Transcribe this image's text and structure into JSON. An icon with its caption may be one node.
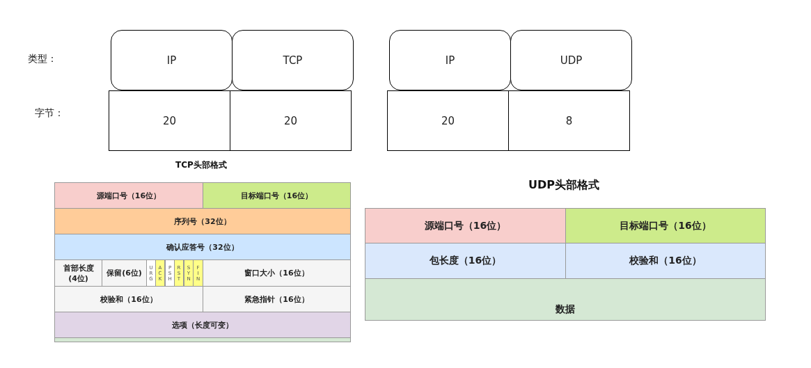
{
  "diagram": {
    "nodes": [
      {
        "text": [
          "IP"
        ]
      },
      {
        "text": [
          "TCP"
        ]
      },
      {
        "text": [
          "IP"
        ]
      },
      {
        "text": [
          "UDP"
        ]
      },
      {
        "text": [
          "20"
        ]
      },
      {
        "text": [
          "20"
        ]
      },
      {
        "text": [
          "20"
        ]
      },
      {
        "text": [
          "8"
        ]
      },
      {
        "text": [
          "源端口号（16位）"
        ]
      },
      {
        "text": [
          "目标端口号（16位）"
        ]
      },
      {
        "text": [
          "序列号（32位）"
        ]
      },
      {
        "text": [
          "确认应答号（32位）"
        ]
      },
      {
        "text": [
          "首部长度(4位)"
        ]
      },
      {
        "text": [
          "保留(6位)"
        ]
      },
      {
        "text": [
          "URG"
        ]
      },
      {
        "text": [
          "ACK"
        ]
      },
      {
        "text": [
          "PSH"
        ]
      },
      {
        "text": [
          "RST"
        ]
      },
      {
        "text": [
          "SYN"
        ]
      },
      {
        "text": [
          "FIN"
        ]
      },
      {
        "text": [
          "窗口大小（16位）"
        ]
      },
      {
        "text": [
          "校验和（16位）"
        ]
      },
      {
        "text": [
          "紧急指针（16位）"
        ]
      },
      {
        "text": [
          "选项（长度可变）"
        ]
      },
      {
        "text": [],
        "shape": "box"
      },
      {
        "text": [
          "源端口号（16位）"
        ]
      },
      {
        "text": [
          "目标端口号（16位）"
        ]
      },
      {
        "text": [
          "包长度（16位）"
        ]
      },
      {
        "text": [
          "校验和（16位）"
        ]
      },
      {
        "text": [
          "数据"
        ]
      }
    ],
    "labels": [
      "类型：",
      "字节：",
      "TCP头部格式",
      "UDP头部格式"
    ]
  }
}
